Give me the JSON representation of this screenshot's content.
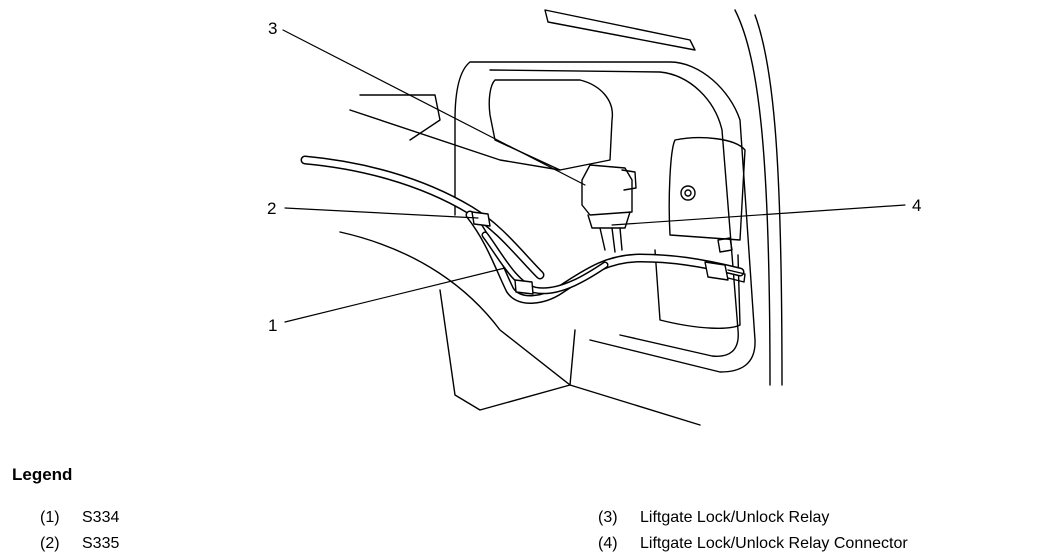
{
  "callouts": [
    {
      "id": "1",
      "text": "1"
    },
    {
      "id": "2",
      "text": "2"
    },
    {
      "id": "3",
      "text": "3"
    },
    {
      "id": "4",
      "text": "4"
    }
  ],
  "legend": {
    "title": "Legend",
    "items": [
      {
        "num": "(1)",
        "label": "S334"
      },
      {
        "num": "(2)",
        "label": "S335"
      },
      {
        "num": "(3)",
        "label": "Liftgate Lock/Unlock Relay"
      },
      {
        "num": "(4)",
        "label": "Liftgate Lock/Unlock Relay Connector"
      }
    ]
  }
}
